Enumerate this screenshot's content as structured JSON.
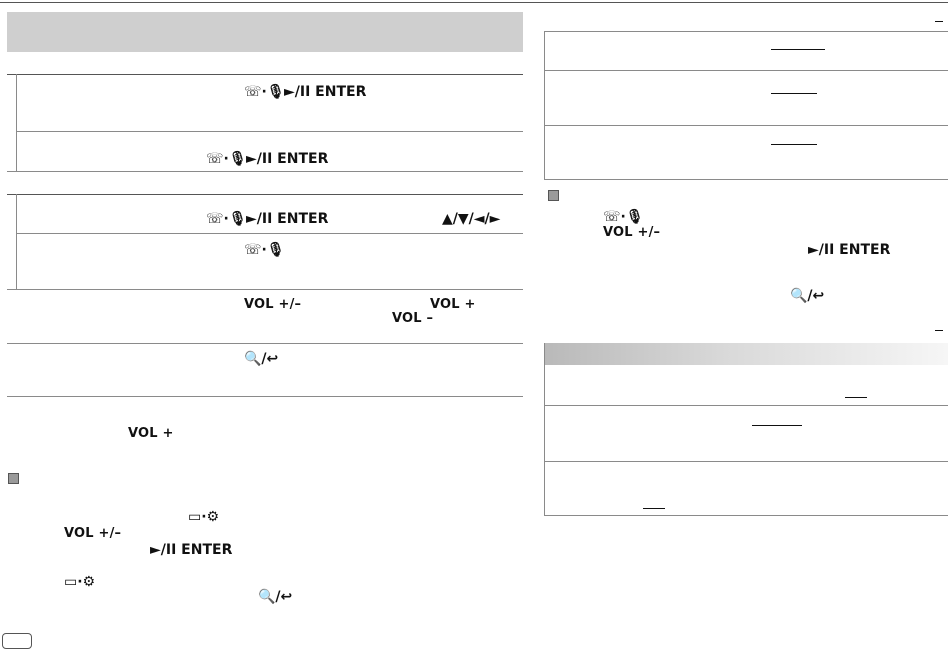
{
  "symbols": {
    "phone_voice": "☏·🎙",
    "play_pause_enter": "►/II ENTER",
    "arrows": "▲/▼/◄/►",
    "vol_plus_minus": "VOL +/–",
    "vol_plus": "VOL +",
    "vol_minus": "VOL –",
    "search_back": "🔍/↩",
    "display_settings": "▭·⚙"
  },
  "colors": {
    "header_bar": "#cfcfcf",
    "rule": "#8a8a8a",
    "bullet": "#9a9a9a"
  }
}
